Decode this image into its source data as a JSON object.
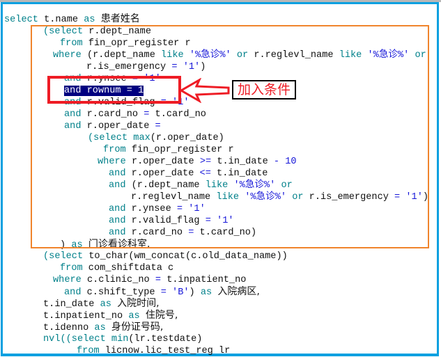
{
  "colors": {
    "frame": "#0aa0e0",
    "orange_box": "#f0842c",
    "red_box": "#ee1c25",
    "keyword": "#00808a",
    "string": "#1515d8",
    "selection_bg": "#000080"
  },
  "annotation": {
    "label": "加入条件",
    "highlighted_line": "and rownum = 1"
  },
  "code_lines": [
    {
      "segments": [
        [
          "kw",
          "select"
        ],
        [
          "id",
          " t.name "
        ],
        [
          "kw",
          "as"
        ],
        [
          "id",
          " "
        ],
        [
          "cn",
          "患者姓名"
        ]
      ]
    },
    {
      "segments": [
        [
          "kw",
          "(select"
        ],
        [
          "id",
          " r.dept_name"
        ]
      ]
    },
    {
      "segments": [
        [
          "kw",
          "from"
        ],
        [
          "id",
          " fin_opr_register r"
        ]
      ]
    },
    {
      "segments": [
        [
          "kw",
          "where"
        ],
        [
          "id",
          " (r.dept_name "
        ],
        [
          "kw",
          "like"
        ],
        [
          "id",
          " "
        ],
        [
          "str",
          "'%急诊%'"
        ],
        [
          "id",
          " "
        ],
        [
          "kw",
          "or"
        ],
        [
          "id",
          " r.reglevl_name "
        ],
        [
          "kw",
          "like"
        ],
        [
          "id",
          " "
        ],
        [
          "str",
          "'%急诊%'"
        ],
        [
          "id",
          " "
        ],
        [
          "kw",
          "or"
        ]
      ]
    },
    {
      "segments": [
        [
          "id",
          "r.is_emergency "
        ],
        [
          "op",
          "="
        ],
        [
          "id",
          " "
        ],
        [
          "str",
          "'1'"
        ],
        [
          "id",
          ")"
        ]
      ]
    },
    {
      "segments": [
        [
          "kw",
          "and"
        ],
        [
          "id",
          " r.ynsee "
        ],
        [
          "op",
          "="
        ],
        [
          "id",
          " "
        ],
        [
          "str",
          "'1'"
        ]
      ]
    },
    {
      "segments": [
        [
          "sel",
          "and rownum = 1"
        ]
      ]
    },
    {
      "segments": [
        [
          "kw",
          "and"
        ],
        [
          "id",
          " r.valid_flag "
        ],
        [
          "op",
          "="
        ],
        [
          "id",
          " "
        ],
        [
          "str",
          "'1'"
        ]
      ]
    },
    {
      "segments": [
        [
          "kw",
          "and"
        ],
        [
          "id",
          " r.card_no "
        ],
        [
          "op",
          "="
        ],
        [
          "id",
          " t.card_no"
        ]
      ]
    },
    {
      "segments": [
        [
          "kw",
          "and"
        ],
        [
          "id",
          " r.oper_date "
        ],
        [
          "op",
          "="
        ]
      ]
    },
    {
      "segments": [
        [
          "kw",
          "(select"
        ],
        [
          "id",
          " "
        ],
        [
          "kw",
          "max"
        ],
        [
          "id",
          "(r.oper_date)"
        ]
      ]
    },
    {
      "segments": [
        [
          "kw",
          "from"
        ],
        [
          "id",
          " fin_opr_register r"
        ]
      ]
    },
    {
      "segments": [
        [
          "kw",
          "where"
        ],
        [
          "id",
          " r.oper_date "
        ],
        [
          "op",
          ">="
        ],
        [
          "id",
          " t.in_date "
        ],
        [
          "op",
          "-"
        ],
        [
          "id",
          " "
        ],
        [
          "num",
          "10"
        ]
      ]
    },
    {
      "segments": [
        [
          "kw",
          "and"
        ],
        [
          "id",
          " r.oper_date "
        ],
        [
          "op",
          "<="
        ],
        [
          "id",
          " t.in_date"
        ]
      ]
    },
    {
      "segments": [
        [
          "kw",
          "and"
        ],
        [
          "id",
          " (r.dept_name "
        ],
        [
          "kw",
          "like"
        ],
        [
          "id",
          " "
        ],
        [
          "str",
          "'%急诊%'"
        ],
        [
          "id",
          " "
        ],
        [
          "kw",
          "or"
        ]
      ]
    },
    {
      "segments": [
        [
          "id",
          "r.reglevl_name "
        ],
        [
          "kw",
          "like"
        ],
        [
          "id",
          " "
        ],
        [
          "str",
          "'%急诊%'"
        ],
        [
          "id",
          " "
        ],
        [
          "kw",
          "or"
        ],
        [
          "id",
          " r.is_emergency "
        ],
        [
          "op",
          "="
        ],
        [
          "id",
          " "
        ],
        [
          "str",
          "'1'"
        ],
        [
          "id",
          ")"
        ]
      ]
    },
    {
      "segments": [
        [
          "kw",
          "and"
        ],
        [
          "id",
          " r.ynsee "
        ],
        [
          "op",
          "="
        ],
        [
          "id",
          " "
        ],
        [
          "str",
          "'1'"
        ]
      ]
    },
    {
      "segments": [
        [
          "kw",
          "and"
        ],
        [
          "id",
          " r.valid_flag "
        ],
        [
          "op",
          "="
        ],
        [
          "id",
          " "
        ],
        [
          "str",
          "'1'"
        ]
      ]
    },
    {
      "segments": [
        [
          "kw",
          "and"
        ],
        [
          "id",
          " r.card_no "
        ],
        [
          "op",
          "="
        ],
        [
          "id",
          " t.card_no)"
        ]
      ]
    },
    {
      "segments": [
        [
          "id",
          ") "
        ],
        [
          "kw",
          "as"
        ],
        [
          "id",
          " "
        ],
        [
          "cn",
          "门诊看诊科室,"
        ]
      ]
    },
    {
      "segments": [
        [
          "kw",
          "(select"
        ],
        [
          "id",
          " to_char(wm_concat(c.old_data_name))"
        ]
      ]
    },
    {
      "segments": [
        [
          "kw",
          "from"
        ],
        [
          "id",
          " com_shiftdata c"
        ]
      ]
    },
    {
      "segments": [
        [
          "kw",
          "where"
        ],
        [
          "id",
          " c.clinic_no "
        ],
        [
          "op",
          "="
        ],
        [
          "id",
          " t.inpatient_no"
        ]
      ]
    },
    {
      "segments": [
        [
          "kw",
          "and"
        ],
        [
          "id",
          " c.shift_type "
        ],
        [
          "op",
          "="
        ],
        [
          "id",
          " "
        ],
        [
          "str",
          "'B'"
        ],
        [
          "id",
          ") "
        ],
        [
          "kw",
          "as"
        ],
        [
          "id",
          " "
        ],
        [
          "cn",
          "入院病区,"
        ]
      ]
    },
    {
      "segments": [
        [
          "id",
          "t.in_date "
        ],
        [
          "kw",
          "as"
        ],
        [
          "id",
          " "
        ],
        [
          "cn",
          "入院时间,"
        ]
      ]
    },
    {
      "segments": [
        [
          "id",
          "t.inpatient_no "
        ],
        [
          "kw",
          "as"
        ],
        [
          "id",
          " "
        ],
        [
          "cn",
          "住院号,"
        ]
      ]
    },
    {
      "segments": [
        [
          "id",
          "t.idenno "
        ],
        [
          "kw",
          "as"
        ],
        [
          "id",
          " "
        ],
        [
          "cn",
          "身份证号码,"
        ]
      ]
    },
    {
      "segments": [
        [
          "kw",
          "nvl((select"
        ],
        [
          "id",
          " "
        ],
        [
          "kw",
          "min"
        ],
        [
          "id",
          "(lr.testdate)"
        ]
      ]
    },
    {
      "segments": [
        [
          "kw",
          "from"
        ],
        [
          "id",
          " licnow.lic_test_reg lr"
        ]
      ]
    }
  ]
}
